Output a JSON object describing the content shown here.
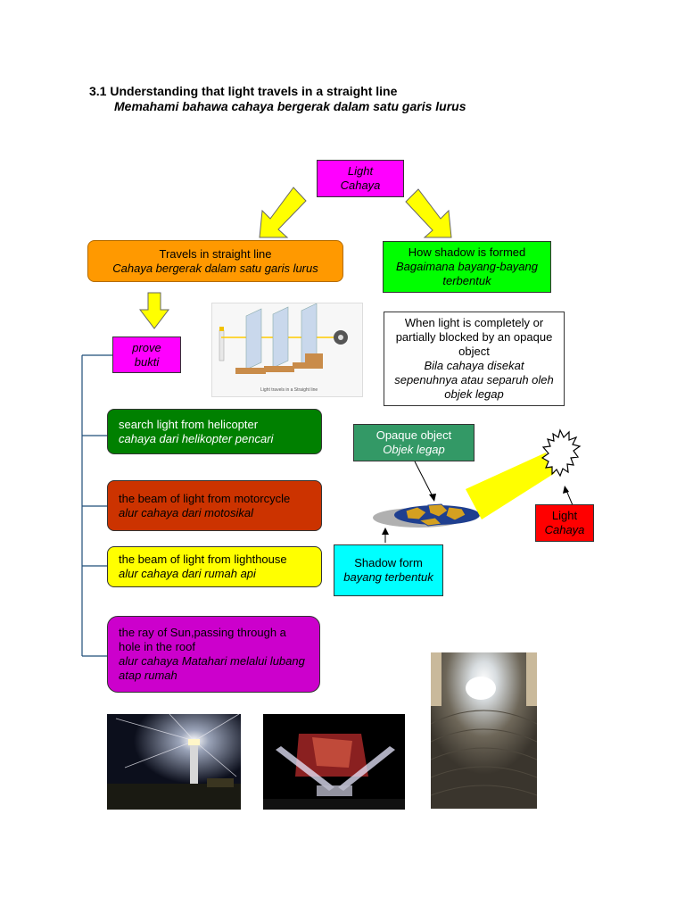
{
  "heading": {
    "number_en": "3.1  Understanding that light travels in a straight line",
    "ms": "Memahami bahawa cahaya bergerak dalam satu garis lurus"
  },
  "light_box": {
    "en": "Light",
    "ms": "Cahaya",
    "color": "#ff00ff"
  },
  "travels_box": {
    "en": "Travels in straight line",
    "ms": "Cahaya bergerak dalam satu garis lurus",
    "color": "#ff9900"
  },
  "shadow_box": {
    "en": "How shadow is formed",
    "ms": "Bagaimana bayang-bayang terbentuk",
    "color": "#00ff00"
  },
  "prove_box": {
    "en": "prove",
    "ms": "bukti",
    "color": "#ff00ff"
  },
  "definition_box": {
    "en": "When light is completely or partially blocked by an opaque object",
    "ms": "Bila cahaya disekat sepenuhnya  atau separuh oleh objek legap"
  },
  "examples": [
    {
      "en": "search light from helicopter",
      "ms": "cahaya dari helikopter pencari",
      "color": "#008000",
      "text_color": "#ffffff"
    },
    {
      "en": "the beam of light from motorcycle",
      "ms": "alur cahaya dari motosikal",
      "color": "#cc3300",
      "text_color": "#000000"
    },
    {
      "en": "the beam of light from lighthouse",
      "ms": "alur cahaya dari rumah api",
      "color": "#ffff00",
      "text_color": "#000000"
    },
    {
      "en": "the ray of Sun,passing through a hole in the roof",
      "ms": "alur cahaya Matahari melalui lubang atap rumah",
      "color": "#cc00cc",
      "text_color": "#000000"
    }
  ],
  "opaque_box": {
    "en": "Opaque object",
    "ms": "Objek legap",
    "color": "#339966"
  },
  "light_label": {
    "en": "Light",
    "ms": "Cahaya",
    "color": "#ff0000"
  },
  "shadow_form_box": {
    "en": "Shadow form",
    "ms": "bayang terbentuk",
    "color": "#00ffff"
  },
  "diagram_caption": "Light travels in a Straight line",
  "icons": [
    "arrow-down-icon",
    "sun-icon"
  ]
}
